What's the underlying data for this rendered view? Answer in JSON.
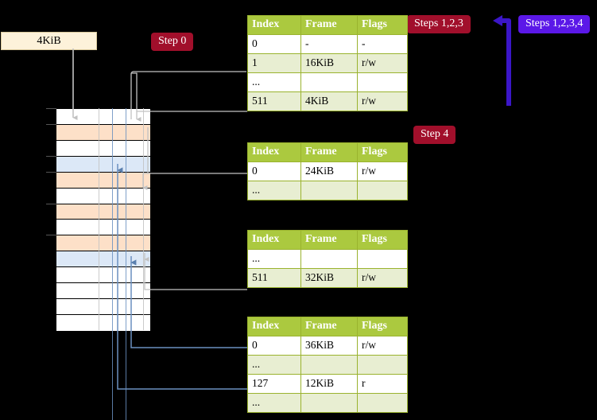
{
  "labels": {
    "kib_box": "4KiB",
    "step0": "Step 0",
    "steps123": "Steps 1,2,3",
    "steps1234": "Steps 1,2,3,4",
    "step4": "Step 4"
  },
  "colors": {
    "badge_red": "#a10f2b",
    "badge_blue": "#5b18e8",
    "table_header_green": "#abc93f",
    "table_alt_row": "#e8eed2",
    "highlight_yellow": "#ffff9e",
    "mem_orange": "#fde0c8",
    "mem_blue": "#dce8f7",
    "kib_box_fill": "#fdf2da",
    "arrow_gray": "#b9b9b9",
    "arrow_blue": "#6a8fc0",
    "bracket_blue": "#3b16c8"
  },
  "tables": [
    {
      "id": "pml4",
      "headers": [
        "Index",
        "Frame",
        "Flags"
      ],
      "rows": [
        {
          "style": "norm",
          "highlight": false,
          "cells": [
            "0",
            "-",
            "-"
          ]
        },
        {
          "style": "alt",
          "highlight": false,
          "cells": [
            "1",
            "16KiB",
            "r/w"
          ]
        },
        {
          "style": "norm",
          "highlight": false,
          "cells": [
            "...",
            "",
            ""
          ]
        },
        {
          "style": "alt",
          "highlight": true,
          "cells": [
            "511",
            "4KiB",
            "r/w"
          ]
        }
      ]
    },
    {
      "id": "pdp",
      "headers": [
        "Index",
        "Frame",
        "Flags"
      ],
      "rows": [
        {
          "style": "norm",
          "highlight": false,
          "cells": [
            "0",
            "24KiB",
            "r/w"
          ]
        },
        {
          "style": "alt",
          "highlight": false,
          "cells": [
            "...",
            "",
            ""
          ]
        }
      ]
    },
    {
      "id": "pd",
      "headers": [
        "Index",
        "Frame",
        "Flags"
      ],
      "rows": [
        {
          "style": "norm",
          "highlight": false,
          "cells": [
            "...",
            "",
            ""
          ]
        },
        {
          "style": "alt",
          "highlight": false,
          "cells": [
            "511",
            "32KiB",
            "r/w"
          ]
        }
      ]
    },
    {
      "id": "pt",
      "headers": [
        "Index",
        "Frame",
        "Flags"
      ],
      "rows": [
        {
          "style": "norm",
          "highlight": false,
          "cells": [
            "0",
            "36KiB",
            "r/w"
          ]
        },
        {
          "style": "alt",
          "highlight": false,
          "cells": [
            "...",
            "",
            ""
          ]
        },
        {
          "style": "norm",
          "highlight": false,
          "cells": [
            "127",
            "12KiB",
            "r"
          ]
        },
        {
          "style": "alt",
          "highlight": false,
          "cells": [
            "...",
            "",
            ""
          ]
        }
      ]
    }
  ],
  "memory_column": {
    "rows": [
      {
        "fill": "white"
      },
      {
        "fill": "orange"
      },
      {
        "fill": "white"
      },
      {
        "fill": "blue"
      },
      {
        "fill": "orange"
      },
      {
        "fill": "white"
      },
      {
        "fill": "orange"
      },
      {
        "fill": "white"
      },
      {
        "fill": "orange"
      },
      {
        "fill": "blue"
      },
      {
        "fill": "white"
      },
      {
        "fill": "white"
      },
      {
        "fill": "white"
      },
      {
        "fill": "white"
      }
    ]
  }
}
